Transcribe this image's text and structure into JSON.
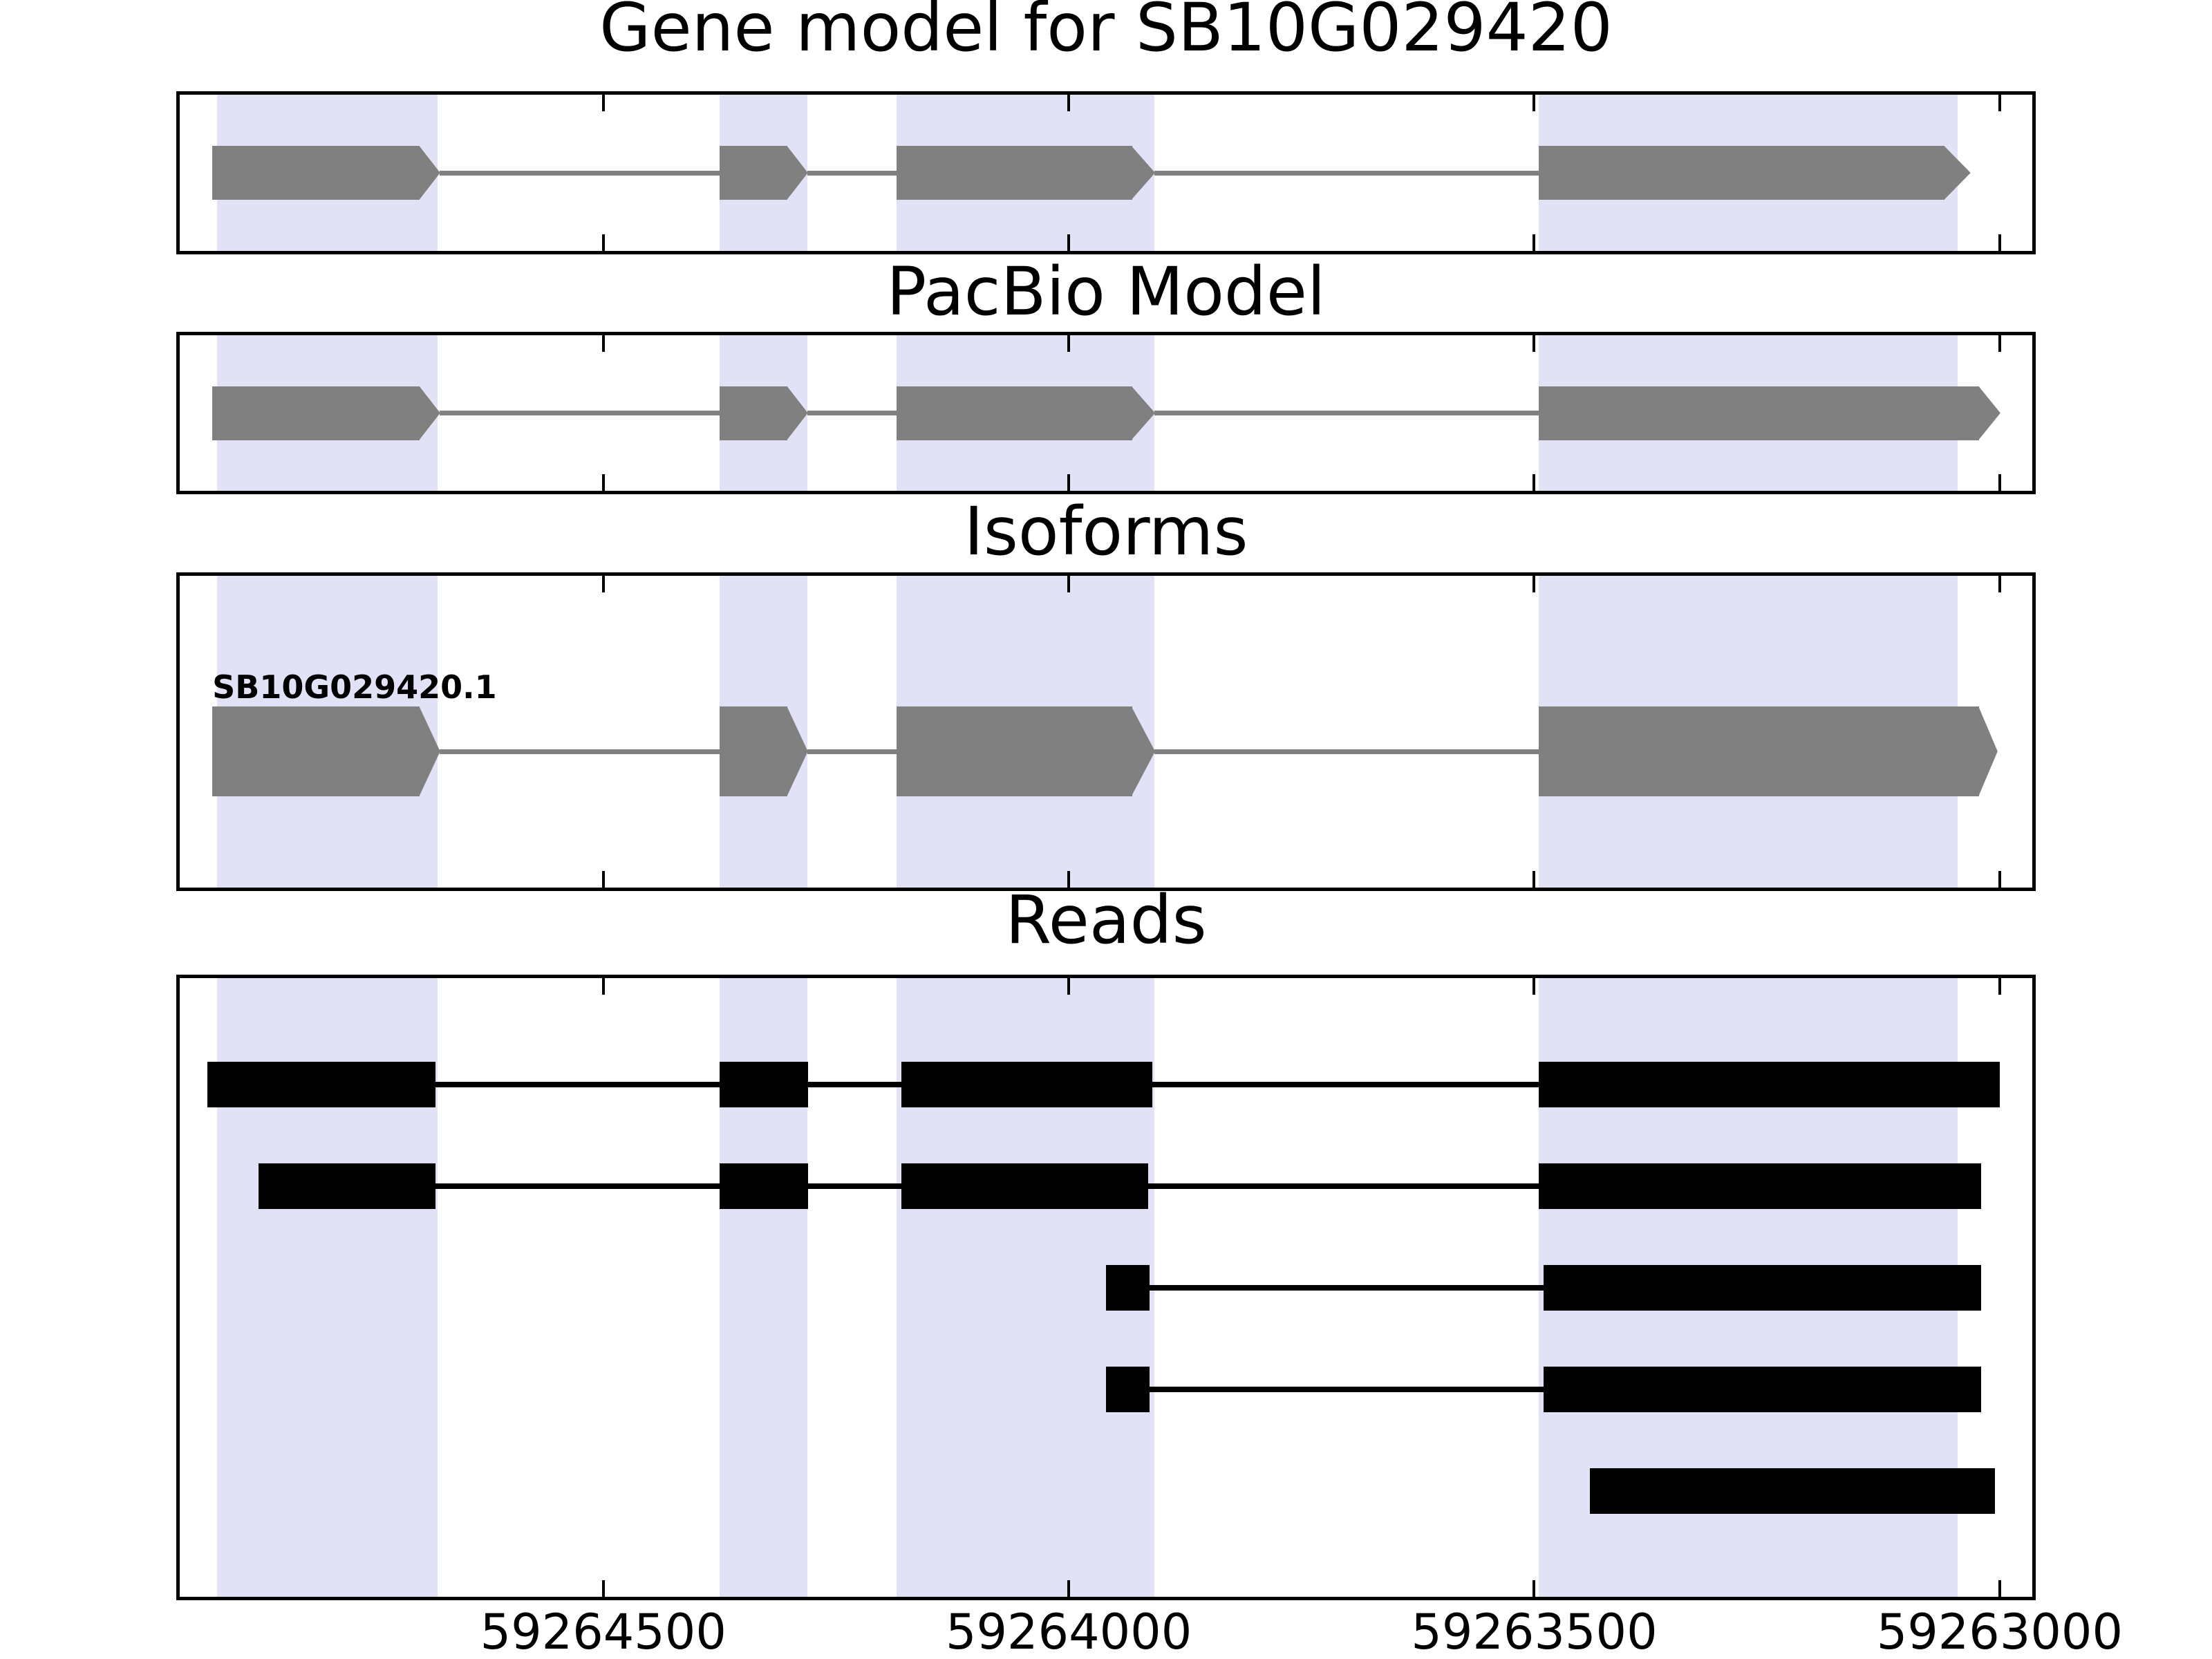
{
  "chart_data": {
    "type": "genomic-tracks",
    "description": "Gene model / PacBio model / isoform / read alignment tracks along reverse-oriented genomic coordinates",
    "axis": {
      "xlim_left": 59264955,
      "xlim_right": 59262965,
      "tick_positions": [
        59264500,
        59264000,
        59263500,
        59263000
      ],
      "tick_labels": [
        "59264500",
        "59264000",
        "59263500",
        "59263000"
      ],
      "direction": "decreasing-left-to-right",
      "grid": false
    },
    "colors": {
      "highlight_band": "#e2e2f7",
      "gene_model": "#808080",
      "intron_line": "#808080",
      "read": "#000000",
      "axis_border": "#000000",
      "text": "#000000"
    },
    "highlight_regions": [
      {
        "start": 59264915,
        "end": 59264678
      },
      {
        "start": 59264375,
        "end": 59264281
      },
      {
        "start": 59264185,
        "end": 59263908
      },
      {
        "start": 59263495,
        "end": 59263045
      }
    ],
    "panels": [
      {
        "id": "gene",
        "title": "Gene model for SB10G029420"
      },
      {
        "id": "pacbio",
        "title": "PacBio Model"
      },
      {
        "id": "isoforms",
        "title": "Isoforms"
      },
      {
        "id": "reads",
        "title": "Reads"
      }
    ],
    "gene_model": {
      "exons": [
        {
          "start": 59264920,
          "rect_end": 59264697,
          "tip_end": 59264676
        },
        {
          "start": 59264375,
          "rect_end": 59264302,
          "tip_end": 59264281
        },
        {
          "start": 59264185,
          "rect_end": 59263932,
          "tip_end": 59263908
        },
        {
          "start": 59263495,
          "rect_end": 59263059,
          "tip_end": 59263032
        }
      ]
    },
    "pacbio_model": {
      "exons": [
        {
          "start": 59264920,
          "rect_end": 59264697,
          "tip_end": 59264676
        },
        {
          "start": 59264375,
          "rect_end": 59264302,
          "tip_end": 59264281
        },
        {
          "start": 59264185,
          "rect_end": 59263932,
          "tip_end": 59263908
        },
        {
          "start": 59263495,
          "rect_end": 59263022,
          "tip_end": 59263000
        }
      ]
    },
    "isoforms": [
      {
        "label": "SB10G029420.1",
        "exons": [
          {
            "start": 59264920,
            "rect_end": 59264697,
            "tip_end": 59264676
          },
          {
            "start": 59264375,
            "rect_end": 59264302,
            "tip_end": 59264281
          },
          {
            "start": 59264185,
            "rect_end": 59263932,
            "tip_end": 59263908
          },
          {
            "start": 59263495,
            "rect_end": 59263022,
            "tip_end": 59263003
          }
        ]
      }
    ],
    "reads": [
      {
        "exons": [
          [
            59264925,
            59264680
          ],
          [
            59264375,
            59264280
          ],
          [
            59264180,
            59263910
          ],
          [
            59263495,
            59263000
          ]
        ]
      },
      {
        "exons": [
          [
            59264870,
            59264680
          ],
          [
            59264375,
            59264280
          ],
          [
            59264180,
            59263915
          ],
          [
            59263495,
            59263020
          ]
        ]
      },
      {
        "exons": [
          [
            59263960,
            59263913
          ],
          [
            59263490,
            59263020
          ]
        ]
      },
      {
        "exons": [
          [
            59263960,
            59263913
          ],
          [
            59263490,
            59263020
          ]
        ]
      },
      {
        "exons": [
          [
            59263440,
            59263005
          ]
        ]
      }
    ]
  }
}
